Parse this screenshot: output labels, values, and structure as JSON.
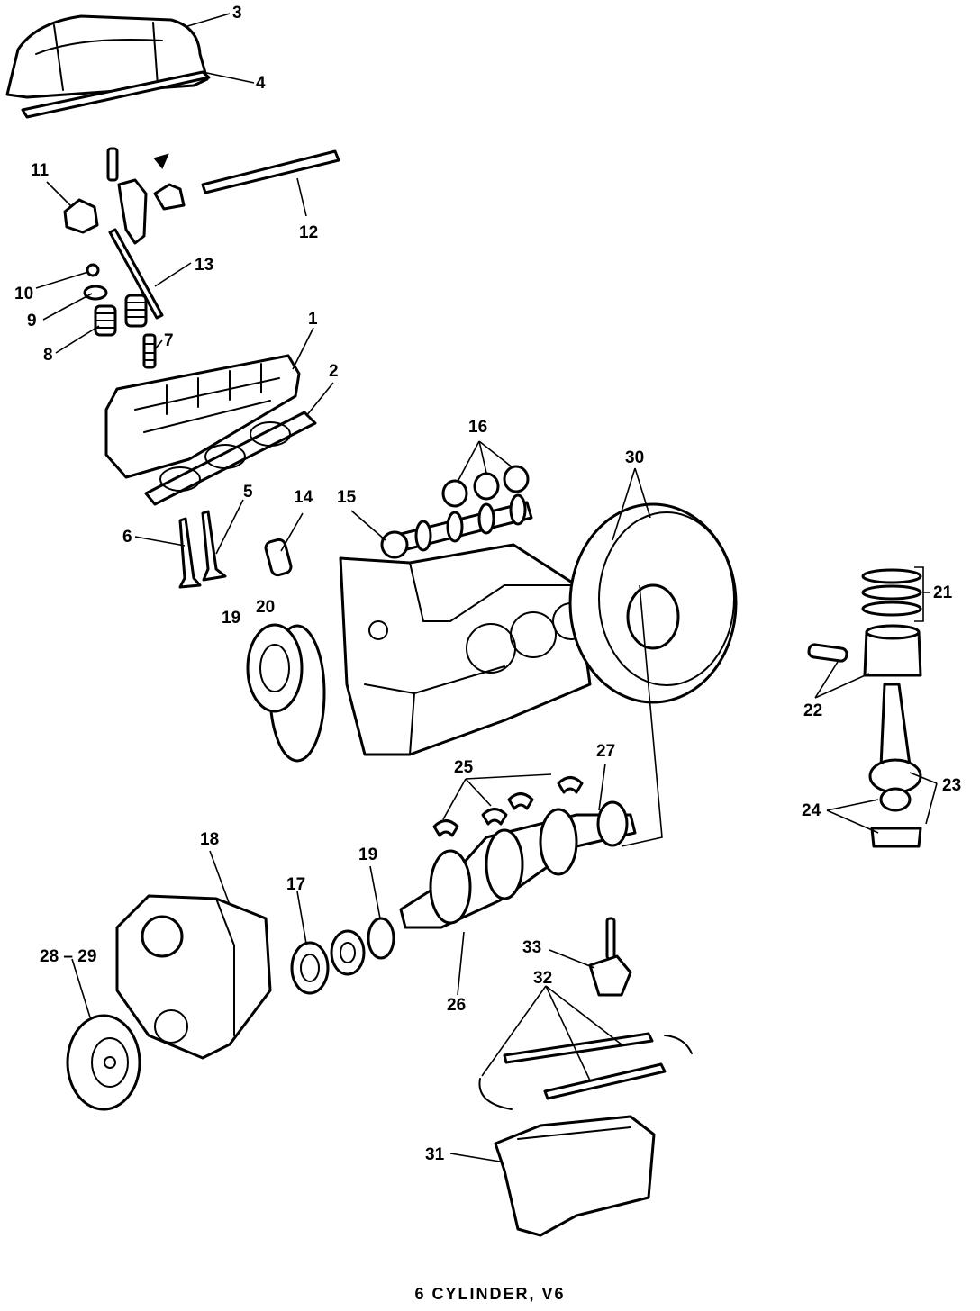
{
  "caption": "6 CYLINDER, V6",
  "callouts": {
    "c1": "1",
    "c2": "2",
    "c3": "3",
    "c4": "4",
    "c5": "5",
    "c6": "6",
    "c7": "7",
    "c8": "8",
    "c9": "9",
    "c10": "10",
    "c11": "11",
    "c12": "12",
    "c13": "13",
    "c14": "14",
    "c15": "15",
    "c16": "16",
    "c17": "17",
    "c18": "18",
    "c19a": "19",
    "c19b": "19",
    "c20": "20",
    "c21": "21",
    "c22": "22",
    "c23": "23",
    "c24": "24",
    "c25": "25",
    "c26": "26",
    "c27": "27",
    "c28": "28 – 29",
    "c30": "30",
    "c31": "31",
    "c32": "32",
    "c33": "33"
  }
}
